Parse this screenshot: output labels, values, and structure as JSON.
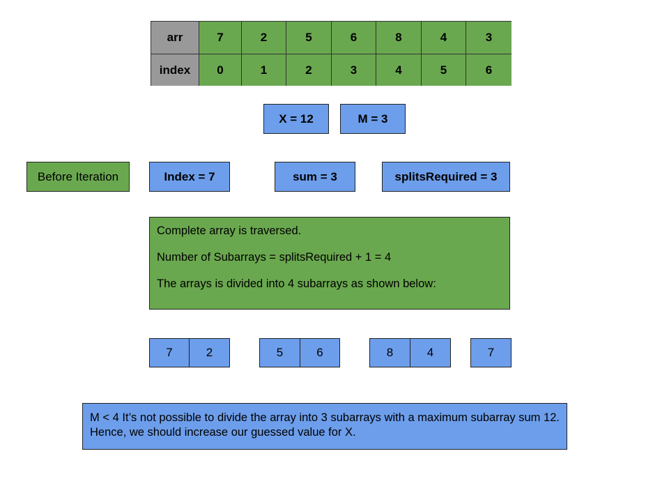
{
  "table": {
    "row_labels": [
      "arr",
      "index"
    ],
    "arr": [
      "7",
      "2",
      "5",
      "6",
      "8",
      "4",
      "3"
    ],
    "index": [
      "0",
      "1",
      "2",
      "3",
      "4",
      "5",
      "6"
    ],
    "colors": {
      "header": "#999999",
      "cells": "#6aa84f"
    }
  },
  "params": {
    "x_label": "X = 12",
    "m_label": "M = 3"
  },
  "state": {
    "stage_label": "Before Iteration",
    "index_label": "Index = 7",
    "sum_label": "sum = 3",
    "splits_label": "splitsRequired = 3"
  },
  "info": {
    "line1": "Complete array is traversed.",
    "line2": "Number of Subarrays = splitsRequired + 1 = 4",
    "line3": "The arrays is divided into 4 subarrays as shown below:"
  },
  "subarrays": [
    [
      "7",
      "2"
    ],
    [
      "5",
      "6"
    ],
    [
      "8",
      "4"
    ],
    [
      "7"
    ]
  ],
  "note": {
    "text": "M < 4 It’s not possible to divide the array into 3 subarrays with a maximum subarray sum 12. Hence, we should increase our guessed value for X."
  },
  "colors": {
    "green": "#6aa84f",
    "blue": "#6d9eeb",
    "gray": "#999999"
  }
}
